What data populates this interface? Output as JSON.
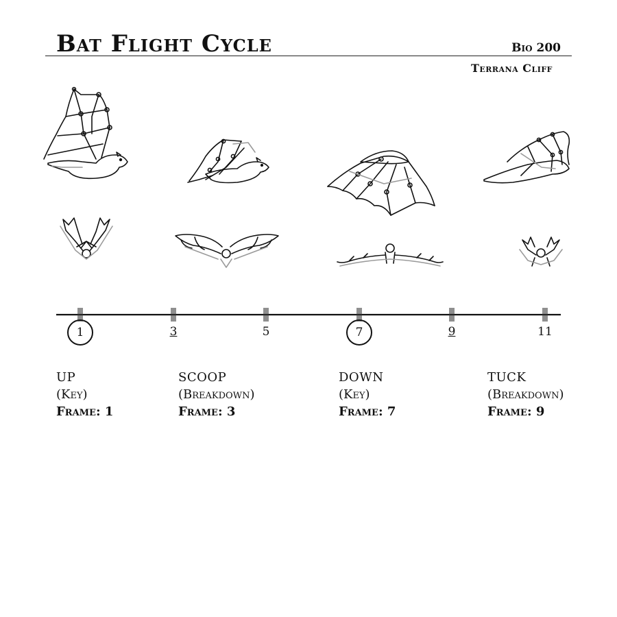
{
  "header": {
    "title": "Bat Flight Cycle",
    "course": "Bio 200",
    "author": "Terrana Cliff"
  },
  "timeline": {
    "frames": [
      {
        "label": "1",
        "marker": "circled"
      },
      {
        "label": "3",
        "marker": "underlined"
      },
      {
        "label": "5",
        "marker": "plain"
      },
      {
        "label": "7",
        "marker": "circled"
      },
      {
        "label": "9",
        "marker": "underlined"
      },
      {
        "label": "11",
        "marker": "plain"
      }
    ]
  },
  "poses": [
    {
      "name": "UP",
      "type": "(Key)",
      "frame": "Frame: 1"
    },
    {
      "name": "SCOOP",
      "type": "(Breakdown)",
      "frame": "Frame: 3"
    },
    {
      "name": "DOWN",
      "type": "(Key)",
      "frame": "Frame: 7"
    },
    {
      "name": "TUCK",
      "type": "(Breakdown)",
      "frame": "Frame: 9"
    }
  ],
  "colors": {
    "ink": "#111111",
    "guide": "#9a9a9a",
    "background": "#ffffff"
  }
}
